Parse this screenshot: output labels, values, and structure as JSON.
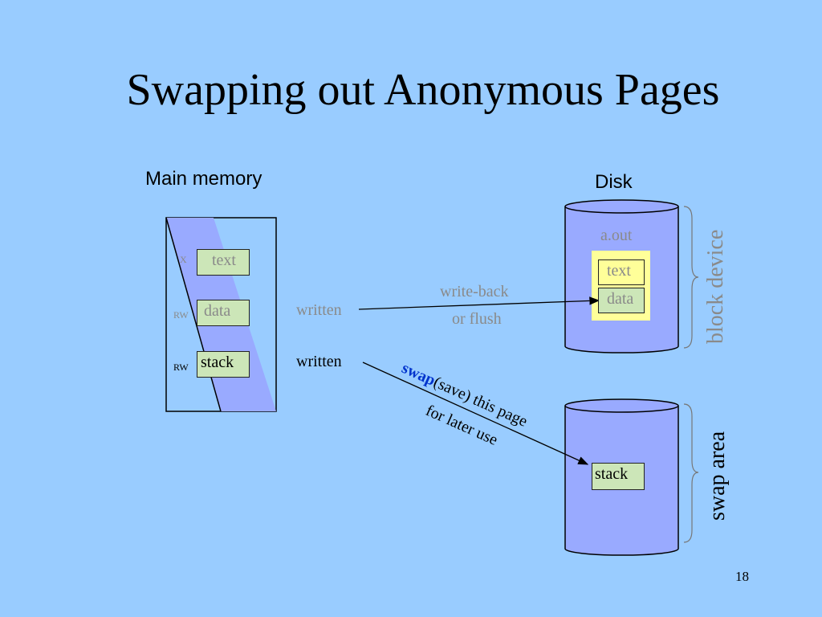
{
  "slide": {
    "title": "Swapping out Anonymous Pages",
    "page_number": "18"
  },
  "main_memory": {
    "heading": "Main memory",
    "segments": [
      {
        "perm": "X",
        "label": "text"
      },
      {
        "perm": "RW",
        "label": "data"
      },
      {
        "perm": "RW",
        "label": "stack"
      }
    ],
    "annotations": [
      "written",
      "written"
    ]
  },
  "disk": {
    "heading": "Disk",
    "file_name": "a.out",
    "file_segments": [
      "text",
      "data"
    ],
    "block_device_label": "block device",
    "swap_area_label": "swap area",
    "swap_segment": "stack"
  },
  "arrows": {
    "writeback_line1": "write-back",
    "writeback_line2": "or flush",
    "swap_bold": "swap",
    "swap_rest": "(save) this page",
    "swap_line2": "for later use"
  },
  "colors": {
    "background": "#99ccff",
    "cylinder_fill": "#99aaff",
    "box_fill": "#cce6b8",
    "file_fill": "#ffff99",
    "swap_keyword": "#0033cc"
  }
}
